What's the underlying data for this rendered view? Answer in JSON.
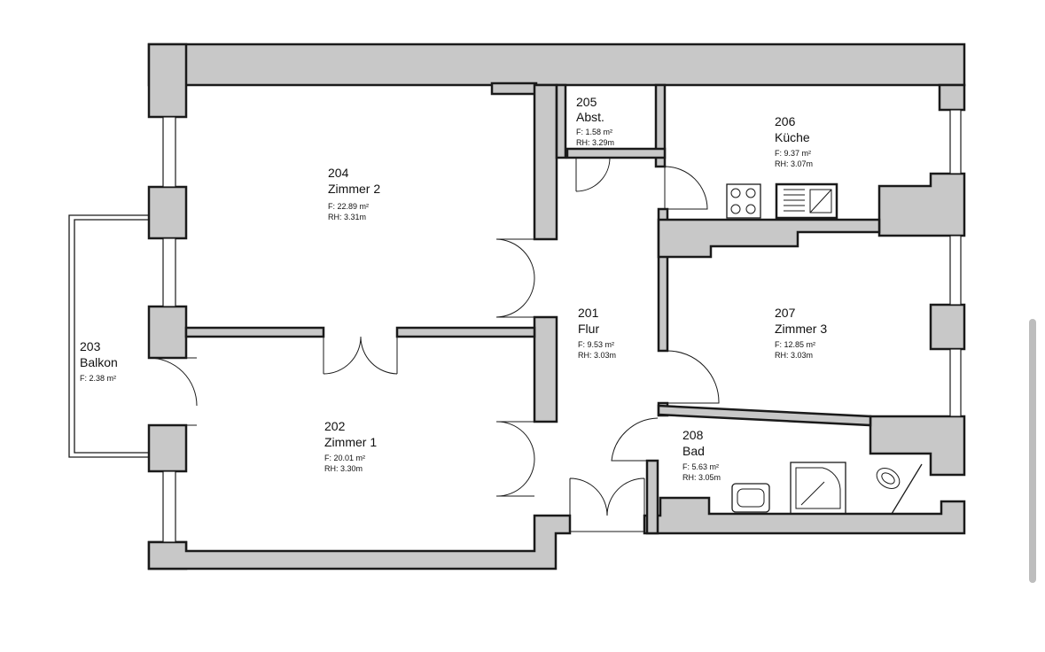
{
  "floorplan": {
    "rooms": [
      {
        "id": "204",
        "number": "204",
        "name": "Zimmer 2",
        "area": "F:  22.89  m²",
        "height": "RH:  3.31m"
      },
      {
        "id": "205",
        "number": "205",
        "name": "Abst.",
        "area": "F:  1.58  m²",
        "height": "RH:  3.29m"
      },
      {
        "id": "206",
        "number": "206",
        "name": "Küche",
        "area": "F:  9.37  m²",
        "height": "RH:  3.07m"
      },
      {
        "id": "203",
        "number": "203",
        "name": "Balkon",
        "area": "F:  2.38  m²",
        "height": ""
      },
      {
        "id": "201",
        "number": "201",
        "name": "Flur",
        "area": "F:  9.53  m²",
        "height": "RH:  3.03m"
      },
      {
        "id": "207",
        "number": "207",
        "name": "Zimmer 3",
        "area": "F:  12.85  m²",
        "height": "RH:  3.03m"
      },
      {
        "id": "202",
        "number": "202",
        "name": "Zimmer 1",
        "area": "F:  20.01  m²",
        "height": "RH:  3.30m"
      },
      {
        "id": "208",
        "number": "208",
        "name": "Bad",
        "area": "F:  5.63  m²",
        "height": "RH:  3.05m"
      }
    ],
    "fixtures": [
      "stove-icon",
      "sink-icon",
      "bathtub-icon",
      "shower-icon",
      "toilet-icon"
    ]
  },
  "colors": {
    "wall": "#c8c8c8",
    "line": "#1a1a1a",
    "background": "#ffffff",
    "scrollbar": "#bdbdbd"
  }
}
